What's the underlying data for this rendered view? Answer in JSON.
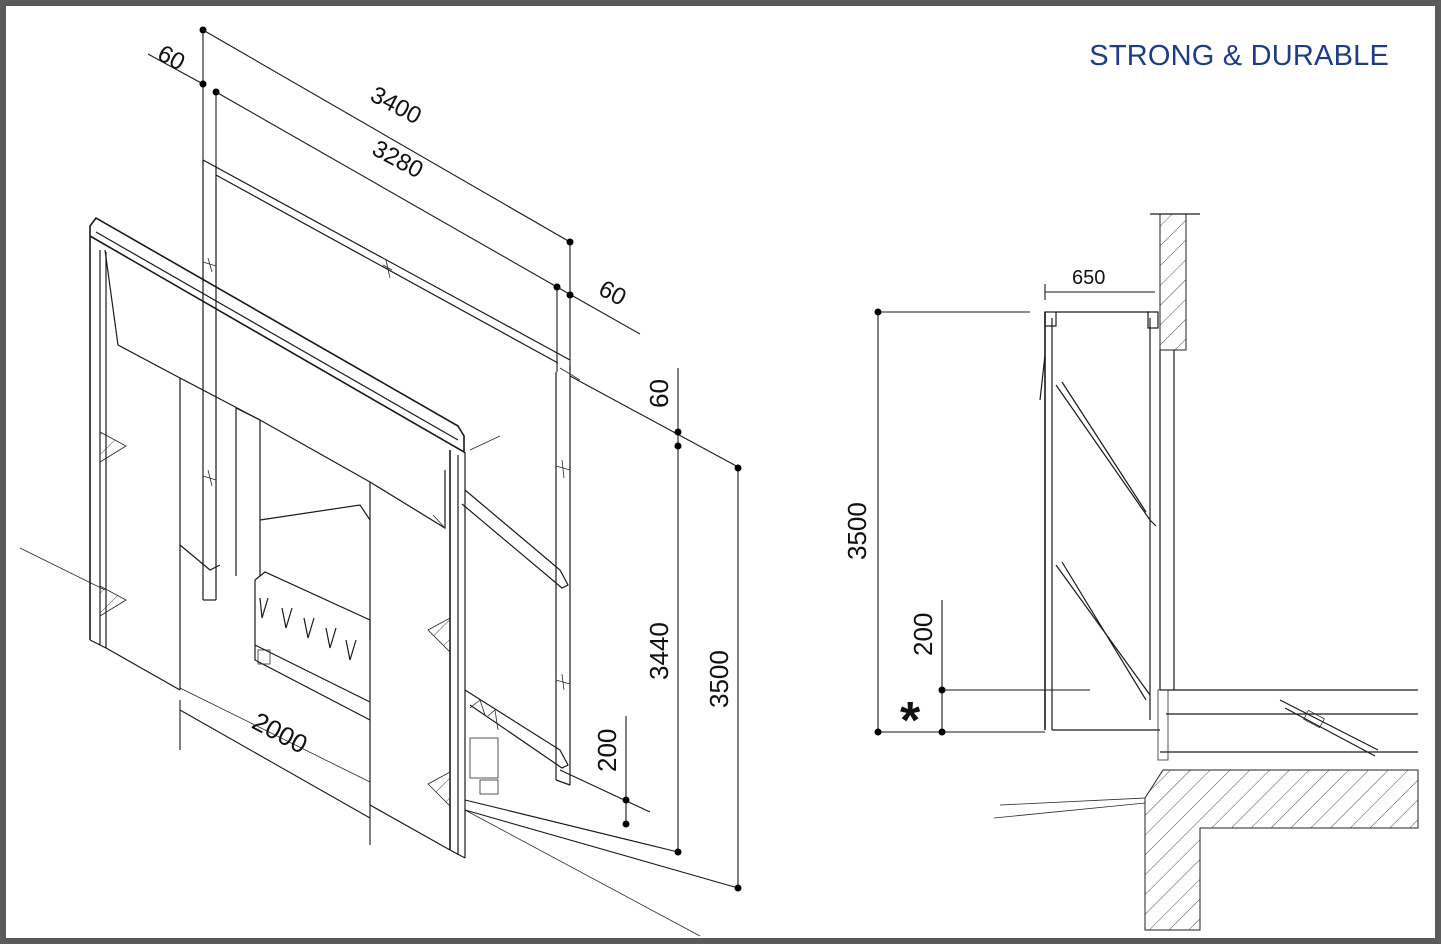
{
  "headline": "STRONG & DURABLE",
  "colors": {
    "headline": "#1f3c88",
    "frame": "#5a5a5a",
    "line": "#1a1a1a"
  },
  "iso_dims": {
    "d60_top": "60",
    "d3400": "3400",
    "d3280": "3280",
    "d60_right": "60",
    "d60_vert": "60",
    "d3440": "3440",
    "d3500": "3500",
    "d200": "200",
    "d2000": "2000"
  },
  "side_dims": {
    "d650": "650",
    "d3500": "3500",
    "d200": "200",
    "asterisk": "*"
  }
}
